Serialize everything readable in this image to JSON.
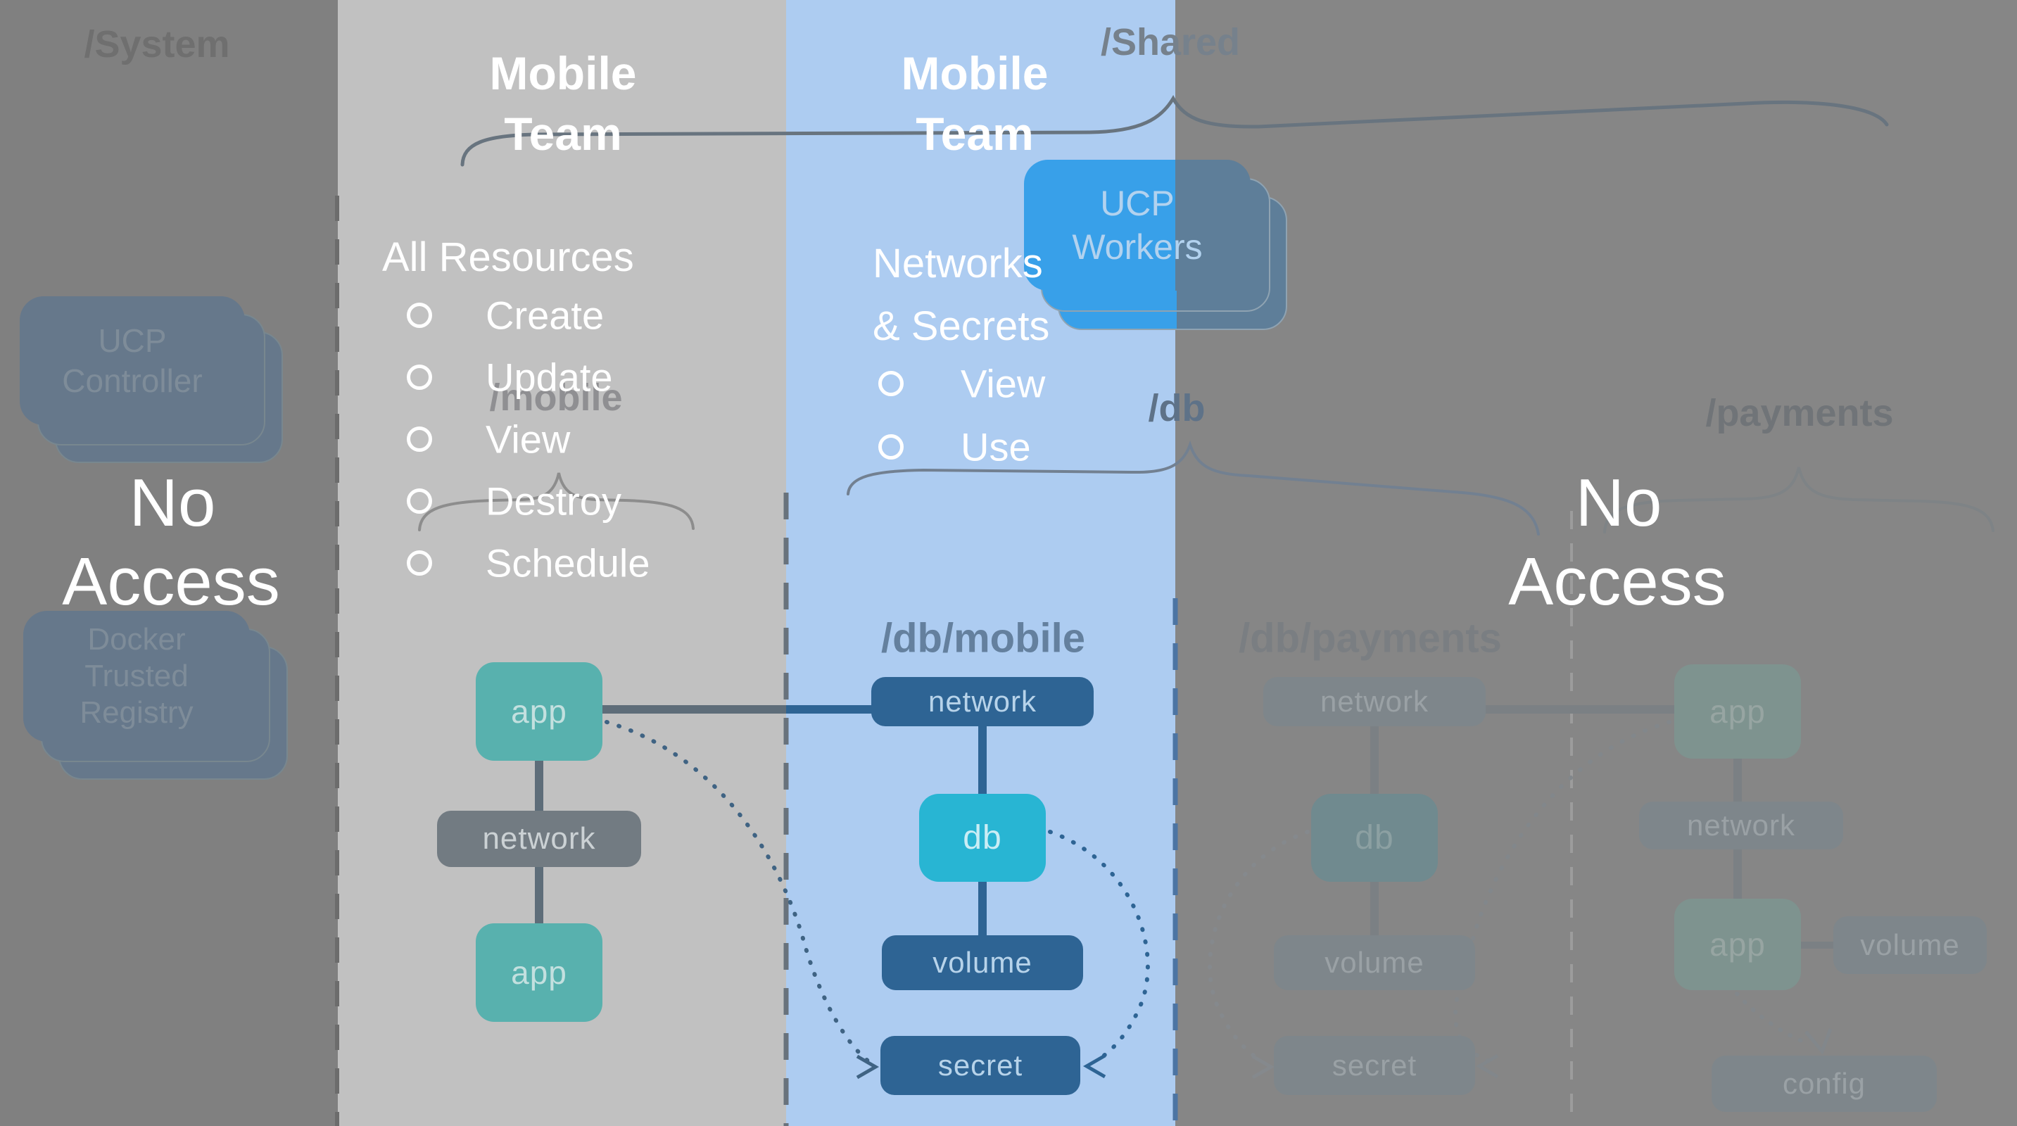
{
  "collections": {
    "system": "/System",
    "shared": "/Shared",
    "mobile": "/mobile",
    "db": "/db",
    "payments": "/payments",
    "db_mobile": "/db/mobile",
    "db_payments": "/db/payments"
  },
  "teams": {
    "left": {
      "title1": "Mobile",
      "title2": "Team",
      "scope": "All Resources",
      "perms": [
        "Create",
        "Update",
        "View",
        "Destroy",
        "Schedule"
      ]
    },
    "right": {
      "title1": "Mobile",
      "title2": "Team",
      "scope1": "Networks",
      "scope2": "& Secrets",
      "perms": [
        "View",
        "Use"
      ]
    }
  },
  "access": {
    "no_left_1": "No",
    "no_left_2": "Access",
    "no_right_1": "No",
    "no_right_2": "Access"
  },
  "infra": {
    "ucp_controller": [
      "UCP",
      "Controller"
    ],
    "ucp_workers": [
      "UCP",
      "Workers"
    ],
    "dtr": [
      "Docker",
      "Trusted",
      "Registry"
    ]
  },
  "nodes": {
    "mobile_app1": "app",
    "mobile_network": "network",
    "mobile_app2": "app",
    "dbm_network": "network",
    "dbm_db": "db",
    "dbm_volume": "volume",
    "dbm_secret": "secret",
    "dbp_network": "network",
    "dbp_db": "db",
    "dbp_volume": "volume",
    "dbp_secret": "secret",
    "pay_app1": "app",
    "pay_network": "network",
    "pay_app2": "app",
    "pay_volume": "volume",
    "pay_config": "config"
  },
  "colors": {
    "bright_blue": "#38a0e9",
    "steel_blue": "#2e6494",
    "cyan": "#28b5d3",
    "teal": "#58b1ae",
    "light_blue_bg": "#adccf1",
    "light_gray_bg": "#c1c1c1",
    "dim_bg": "#828282"
  }
}
